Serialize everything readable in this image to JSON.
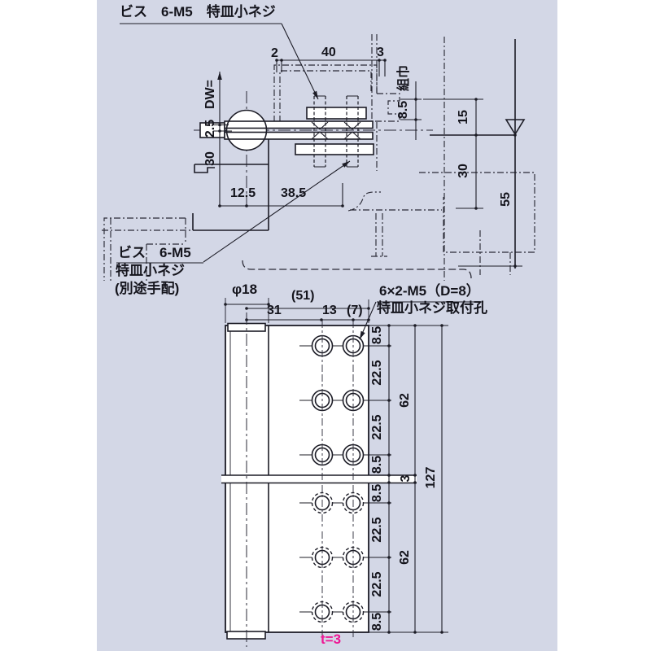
{
  "colors": {
    "canvas": "#ffffff",
    "drawing_background": "#d3d7e6",
    "line": "#1c1c26",
    "text": "#14141c",
    "thickness_accent": "#ee1694",
    "hole_fill": "#cdd3e1"
  },
  "top_view": {
    "screw_label_top": "ビス　6-M5　特皿小ネジ",
    "screw_label_bottom_line1": "ビス　6-M5",
    "screw_label_bottom_line2": "特皿小ネジ",
    "screw_label_bottom_line3": "(別途手配)",
    "assembly_width_label": "組巾",
    "dims": {
      "top_left": "2",
      "top_center": "40",
      "top_right": "3",
      "channel_depth": "8.5",
      "right_upper": "15",
      "right_mid": "30",
      "right_lower": "55",
      "dw_label": "DW=",
      "left_upper": "2.5",
      "left_lower": "30",
      "bottom_left": "12.5",
      "bottom_right": "38.5"
    }
  },
  "bottom_view": {
    "knuckle_dia": "φ18",
    "overall_width": "(51)",
    "hole_offset": "31",
    "hole_pitch_x": "13",
    "edge_margin": "(7)",
    "hole_label_line1": "6×2-M5（D=8）",
    "hole_label_line2": "特皿小ネジ取付孔",
    "pitch_labels": [
      "8.5",
      "22.5",
      "22.5",
      "8.5",
      "8.5",
      "22.5",
      "22.5",
      "8.5"
    ],
    "leaf_labels": [
      "62",
      "3",
      "62"
    ],
    "overall_height": "127",
    "thickness": "t=3"
  }
}
